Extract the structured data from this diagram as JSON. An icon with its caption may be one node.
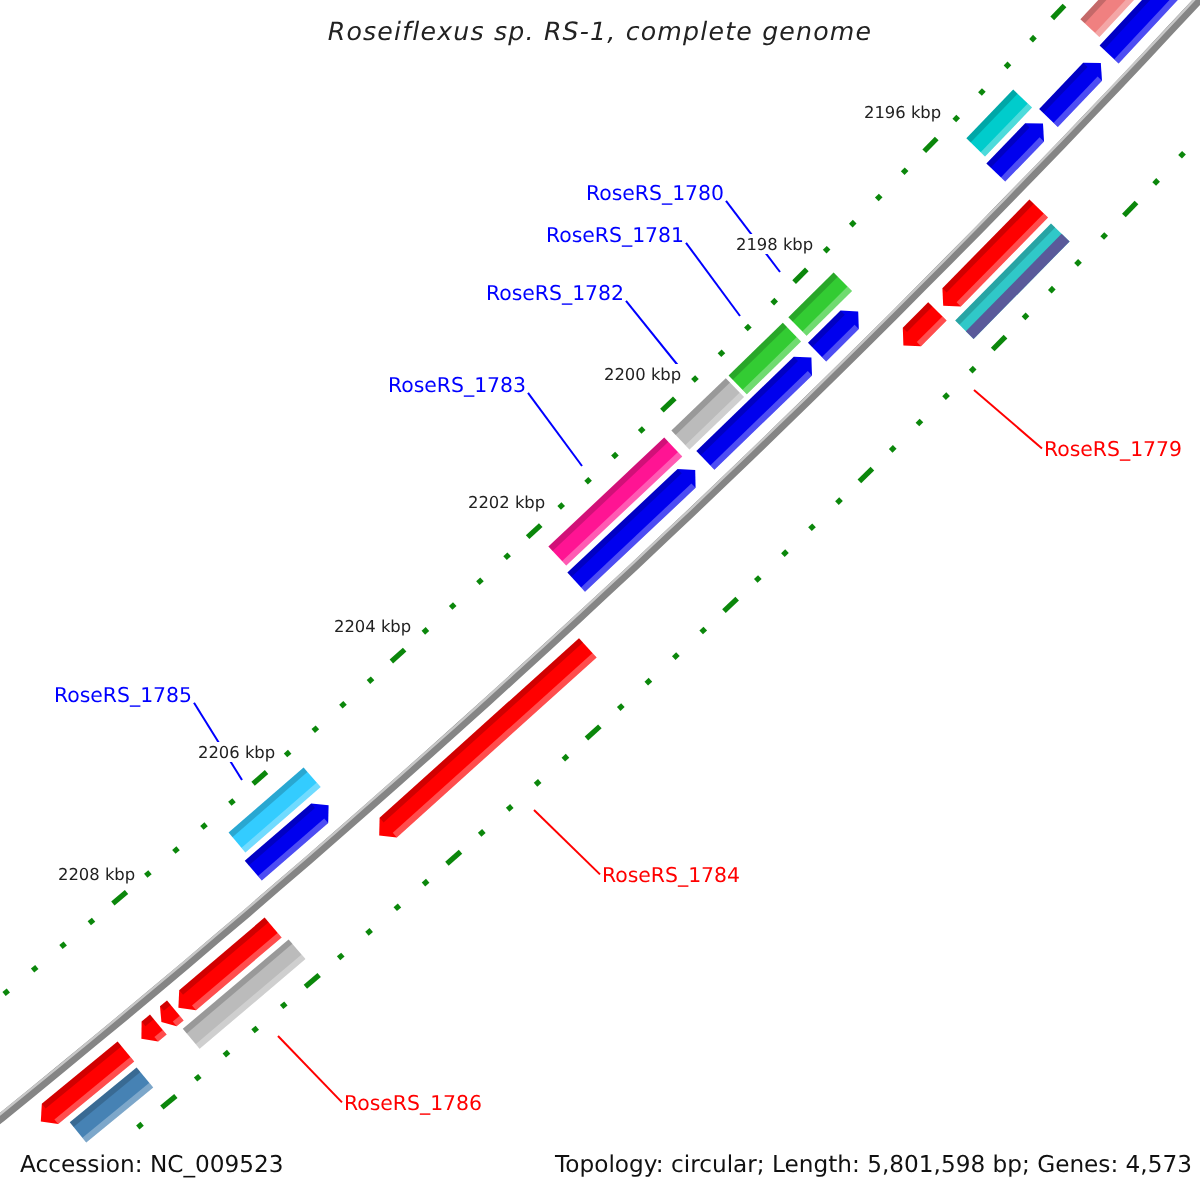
{
  "diagram": {
    "title": "Roseiflexus sp. RS-1, complete genome",
    "nodes": [
      {
        "text": [
          "RoseRS_1780"
        ]
      },
      {
        "text": [
          "RoseRS_1781"
        ]
      },
      {
        "text": [
          "RoseRS_1782"
        ]
      },
      {
        "text": [
          "RoseRS_1783"
        ]
      },
      {
        "text": [
          "RoseRS_1779"
        ]
      },
      {
        "text": [
          "RoseRS_1785"
        ]
      },
      {
        "text": [
          "RoseRS_1784"
        ]
      },
      {
        "text": [
          "RoseRS_1786"
        ]
      },
      {
        "text": [],
        "shape": "bar"
      },
      {
        "text": [],
        "shape": "bar"
      },
      {
        "text": [],
        "shape": "bar"
      },
      {
        "text": [],
        "shape": "bar"
      },
      {
        "text": [],
        "shape": "bar"
      },
      {
        "text": [],
        "shape": "bar"
      },
      {
        "text": [],
        "shape": "bar"
      },
      {
        "text": [],
        "shape": "bar"
      }
    ],
    "edges": [
      {
        "from": 0,
        "to": 8,
        "arrow": "none"
      },
      {
        "from": 1,
        "to": 9,
        "arrow": "none"
      },
      {
        "from": 2,
        "to": 10,
        "arrow": "none"
      },
      {
        "from": 3,
        "to": 11,
        "arrow": "none"
      },
      {
        "from": 4,
        "to": 12,
        "arrow": "none",
        "color": "#ff0000"
      },
      {
        "from": 5,
        "to": 13,
        "arrow": "none"
      },
      {
        "from": 6,
        "to": 14,
        "arrow": "none",
        "color": "#ff0000"
      },
      {
        "from": 7,
        "to": 15,
        "arrow": "none",
        "color": "#ff0000"
      }
    ],
    "labels": [
      "2196 kbp",
      "2198 kbp",
      "2200 kbp",
      "2202 kbp",
      "2204 kbp",
      "2206 kbp",
      "2208 kbp",
      "Accession: NC_009523",
      "Topology: circular; Length: 5,801,598 bp; Genes: 4,573"
    ]
  }
}
